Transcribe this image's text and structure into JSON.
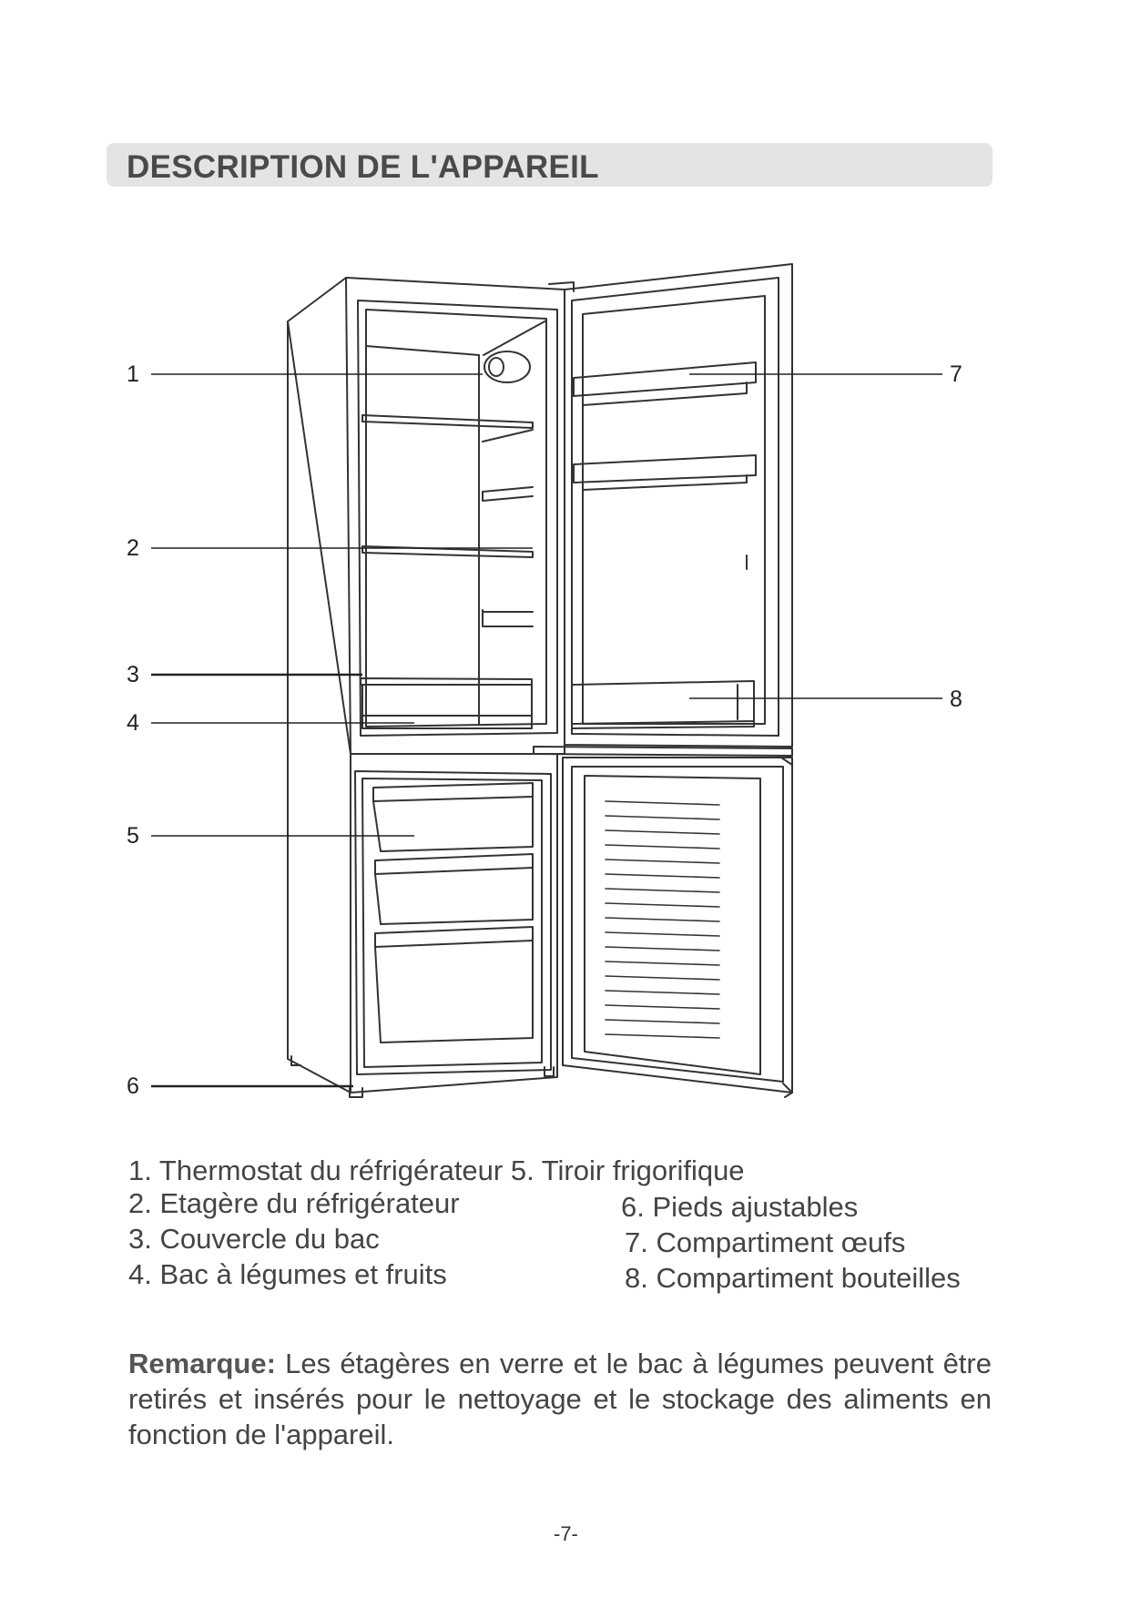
{
  "section": {
    "title": "DESCRIPTION DE L'APPAREIL"
  },
  "callouts": [
    "1",
    "2",
    "3",
    "4",
    "5",
    "6",
    "7",
    "8"
  ],
  "legend": {
    "row1": "1. Thermostat du réfrigérateur 5. Tiroir frigorifique",
    "left": [
      "2. Etagère du réfrigérateur",
      "3. Couvercle du bac",
      "4. Bac à légumes et fruits"
    ],
    "right": [
      "6. Pieds ajustables",
      "7. Compartiment œufs",
      "8. Compartiment bouteilles"
    ]
  },
  "note": {
    "label": "Remarque:",
    "text": " Les étagères en verre et le bac à légumes peuvent être retirés et insérés pour le nettoyage et le stockage des aliments en fonction de l'appareil."
  },
  "page_number": "-7-"
}
